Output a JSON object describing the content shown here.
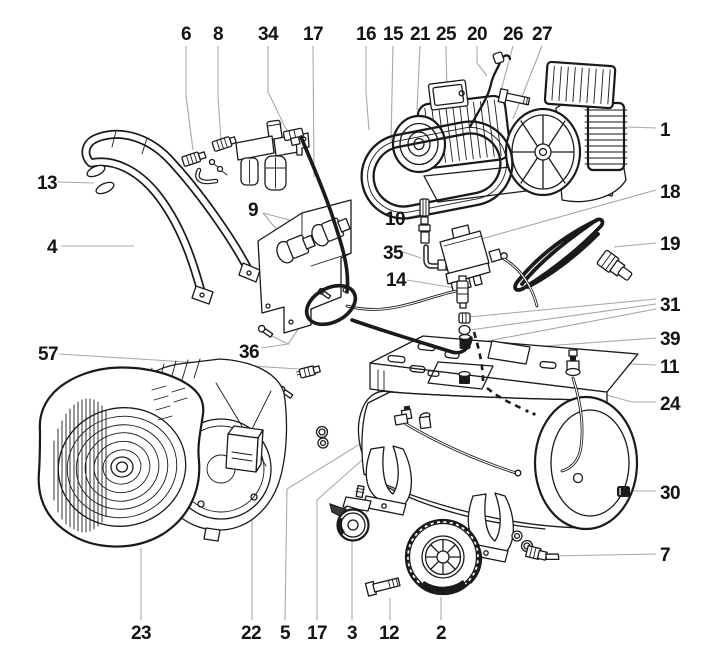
{
  "diagram": {
    "background": "#ffffff",
    "line_color": "#1a1a1a",
    "leader_color": "#a8a8a8",
    "callouts": [
      {
        "n": "6"
      },
      {
        "n": "8"
      },
      {
        "n": "34"
      },
      {
        "n": "17"
      },
      {
        "n": "16"
      },
      {
        "n": "15"
      },
      {
        "n": "21"
      },
      {
        "n": "25"
      },
      {
        "n": "20"
      },
      {
        "n": "26"
      },
      {
        "n": "27"
      },
      {
        "n": "1"
      },
      {
        "n": "18"
      },
      {
        "n": "19"
      },
      {
        "n": "31"
      },
      {
        "n": "39"
      },
      {
        "n": "11"
      },
      {
        "n": "24"
      },
      {
        "n": "30"
      },
      {
        "n": "7"
      },
      {
        "n": "13"
      },
      {
        "n": "4"
      },
      {
        "n": "57"
      },
      {
        "n": "9"
      },
      {
        "n": "10"
      },
      {
        "n": "35"
      },
      {
        "n": "14"
      },
      {
        "n": "36"
      },
      {
        "n": "23"
      },
      {
        "n": "22"
      },
      {
        "n": "5"
      },
      {
        "n": "17"
      },
      {
        "n": "3"
      },
      {
        "n": "12"
      },
      {
        "n": "2"
      }
    ]
  }
}
